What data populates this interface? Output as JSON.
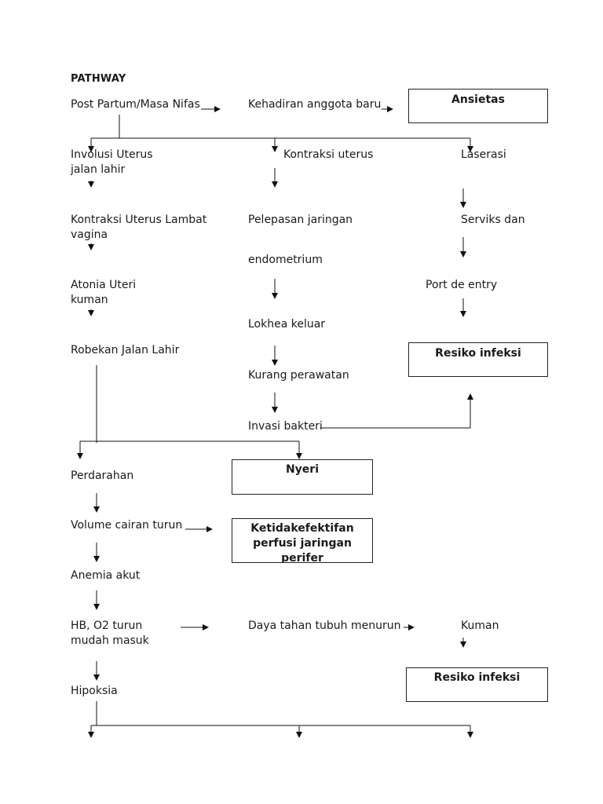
{
  "title": "PATHWAY",
  "nodes": {
    "post_partum": "Post Partum/Masa Nifas",
    "kehadiran": "Kehadiran anggota baru",
    "ansietas": "Ansietas",
    "involusi_1": "Involusi Uterus",
    "involusi_2": "jalan lahir",
    "kontraksi_uterus": "Kontraksi uterus",
    "laserasi": "Laserasi",
    "kontraksi_lambat_1": "Kontraksi Uterus Lambat",
    "kontraksi_lambat_2": "vagina",
    "pelepasan": "Pelepasan jaringan",
    "serviks": "Serviks dan",
    "endometrium": "endometrium",
    "atonia_1": "Atonia Uteri",
    "atonia_2": "kuman",
    "port_entry": "Port de entry",
    "lokhea": "Lokhea keluar",
    "robekan": "Robekan Jalan Lahir",
    "resiko_infeksi_1": "Resiko infeksi",
    "kurang_perawatan": "Kurang perawatan",
    "invasi": "Invasi bakteri",
    "perdarahan": "Perdarahan",
    "nyeri": "Nyeri",
    "volume": "Volume cairan turun",
    "ketidak_1": "Ketidakefektifan",
    "ketidak_2": "perfusi jaringan",
    "ketidak_3": "perifer",
    "anemia": "Anemia akut",
    "hb_1": "HB, O2 turun",
    "hb_2": "mudah masuk",
    "daya_tahan": "Daya tahan tubuh menurun",
    "kuman": "Kuman",
    "resiko_infeksi_2": "Resiko infeksi",
    "hipoksia": "Hipoksia"
  }
}
